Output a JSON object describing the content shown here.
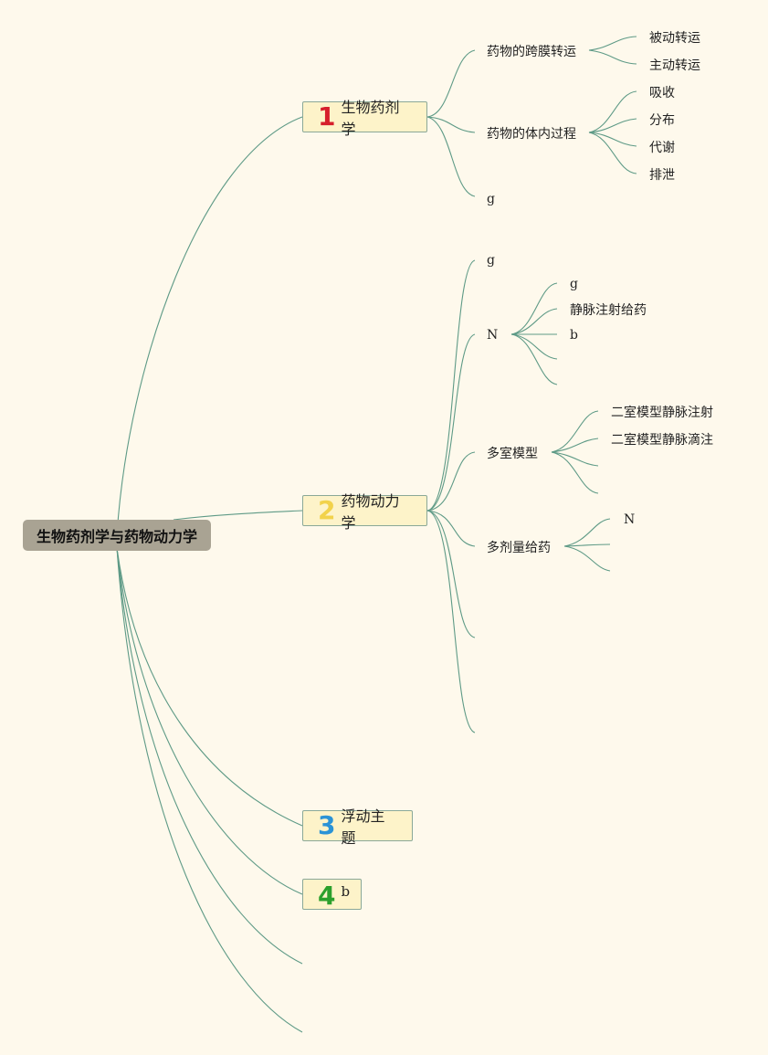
{
  "root": {
    "label": "生物药剂学与药物动力学"
  },
  "topics": [
    {
      "number": "1",
      "label": "生物药剂学",
      "number_color": "#d61f2c"
    },
    {
      "number": "2",
      "label": "药物动力学",
      "number_color": "#f2d24b"
    },
    {
      "number": "3",
      "label": "浮动主题",
      "number_color": "#2b93d6"
    },
    {
      "number": "4",
      "label": "b",
      "number_color": "#2ca02c"
    }
  ],
  "subtopics": {
    "t1_a": "药物的跨膜转运",
    "t1_a1": "被动转运",
    "t1_a2": "主动转运",
    "t1_b": "药物的体内过程",
    "t1_b1": "吸收",
    "t1_b2": "分布",
    "t1_b3": "代谢",
    "t1_b4": "排泄",
    "t1_c": "g",
    "t2_a": "g",
    "t2_b": "N",
    "t2_b1": "g",
    "t2_b2": "静脉注射给药",
    "t2_b3": "b",
    "t2_c": "多室模型",
    "t2_c1": "二室模型静脉注射",
    "t2_c2": "二室模型静脉滴注",
    "t2_d": "多剂量给药",
    "t2_d1": "N"
  },
  "colors": {
    "background": "#fef9ec",
    "line": "#5e9a86",
    "root_fill": "#a9a393",
    "topic_fill": "#fdf3c9"
  }
}
